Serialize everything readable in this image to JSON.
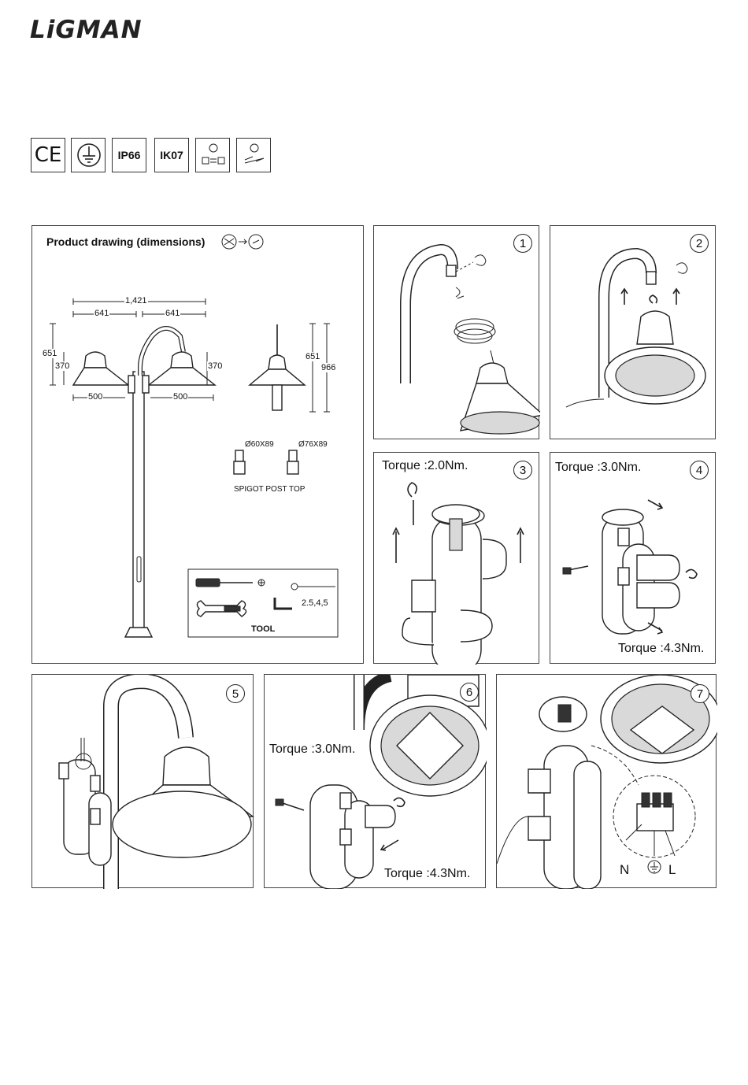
{
  "brand": {
    "logo": "LiGMAN"
  },
  "certifications": [
    {
      "name": "ce-mark",
      "label": "CE"
    },
    {
      "name": "earth-symbol",
      "label": ""
    },
    {
      "name": "ip-rating",
      "label": "IP66"
    },
    {
      "name": "ik-rating",
      "label": "IK07"
    },
    {
      "name": "voltage-icon",
      "label": ""
    },
    {
      "name": "tool-swap-icon",
      "label": ""
    }
  ],
  "drawing": {
    "title": "Product drawing (dimensions)",
    "dims": {
      "total_width": "1,421",
      "arm_left": "641",
      "arm_right": "641",
      "h_left": "651",
      "h_left_inner": "370",
      "h_right_inner": "370",
      "half_left": "500",
      "half_right": "500",
      "side_h1": "651",
      "side_h2": "966"
    },
    "spigot": {
      "size1": "Ø60X89",
      "size2": "Ø76X89",
      "caption": "SPIGOT POST TOP"
    },
    "tool": {
      "allen": "2.5,4,5",
      "caption": "TOOL"
    }
  },
  "steps": [
    {
      "num": "1",
      "torque": ""
    },
    {
      "num": "2",
      "torque": ""
    },
    {
      "num": "3",
      "torque": "Torque :2.0Nm."
    },
    {
      "num": "4",
      "torque": "Torque :3.0Nm.",
      "torque2": "Torque :4.3Nm."
    },
    {
      "num": "5",
      "torque": ""
    },
    {
      "num": "6",
      "torque": "Torque :3.0Nm.",
      "torque2": "Torque :4.3Nm."
    },
    {
      "num": "7",
      "torque": "",
      "wiring": {
        "n": "N",
        "l": "L"
      }
    }
  ]
}
